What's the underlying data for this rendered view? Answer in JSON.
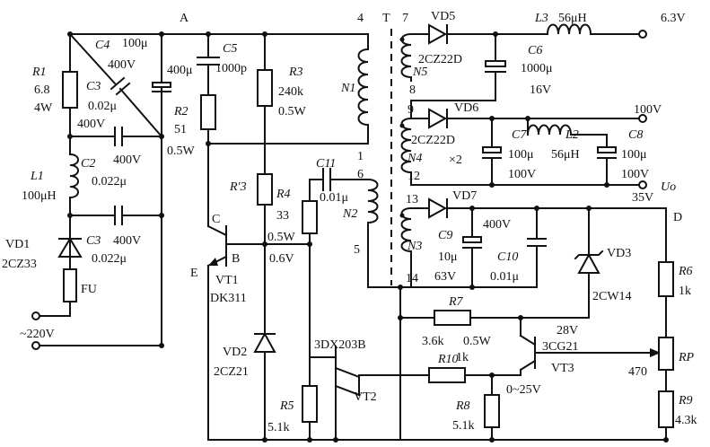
{
  "labels": {
    "R1": "R1",
    "R1_v1": "6.8",
    "R1_v2": "4W",
    "C4": "C4",
    "C4_v1": "100μ",
    "C4_v2": "400V",
    "C3a": "C3",
    "C3a_v": "0.02μ",
    "C5": "C5",
    "C5_v": "1000p",
    "C5b_v": "400μ",
    "R2": "R2",
    "R2_v1": "51",
    "R2_v2": "0.5W",
    "R3": "R3",
    "R3_v1": "240k",
    "R3_v2": "0.5W",
    "N1": "N1",
    "T": "T",
    "pin4": "4",
    "pin7": "7",
    "pin8": "8",
    "pin9": "9",
    "pin12": "12",
    "pin13": "13",
    "pin14": "14",
    "pin1": "1",
    "pin6": "6",
    "pin5": "5",
    "VD5": "VD5",
    "VD5_v": "2CZ22D",
    "L3": "L3",
    "L3_v": "56μH",
    "out1": "6.3V",
    "C6": "C6",
    "C6_v1": "1000μ",
    "C6_v2": "16V",
    "N5": "N5",
    "VD6": "VD6",
    "VD6_v": "2CZ22D",
    "x2": "×2",
    "out2": "100V",
    "C7": "C7",
    "C7_v1": "100μ",
    "C7_v2": "100V",
    "L2": "L2",
    "L2_v": "56μH",
    "C8": "C8",
    "C8_v1": "100μ",
    "C8_v2": "100V",
    "Uo": "Uo",
    "N4": "N4",
    "VD7": "VD7",
    "out3": "35V",
    "C9": "C9",
    "C9_v1": "10μ",
    "C9_v2": "63V",
    "C9_top": "400V",
    "C10": "C10",
    "C10_v": "0.01μ",
    "N3": "N3",
    "VD3": "VD3",
    "VD3_v": "2CW14",
    "D": "D",
    "R6": "R6",
    "R6_v": "1k",
    "Rp": "RP",
    "Rp_v": "470",
    "R9": "R9",
    "R9_v": "4.3k",
    "A": "A",
    "C2_v1": "400V",
    "L1": "L1",
    "L1_v": "100μH",
    "C2": "C2",
    "C2_v2": "400V",
    "C2_v3": "0.022μ",
    "C3b": "C3",
    "C3b_v1": "400V",
    "C3b_v2": "0.022μ",
    "VD1": "VD1",
    "VD1_v": "2CZ33",
    "FU": "FU",
    "ac": "~220V",
    "C_node": "C",
    "B_node": "B",
    "E_node": "E",
    "VT1": "VT1",
    "VT1_v": "DK311",
    "R3p": "R′3",
    "R4": "R4",
    "R4_v1": "33",
    "R4_v2": "0.5W",
    "v06": "0.6V",
    "C11": "C11",
    "C11_v": "0.01μ",
    "N2": "N2",
    "VD2": "VD2",
    "VD2_v": "2CZ21",
    "VT2_type": "3DX203B",
    "VT2": "VT2",
    "R5": "R5",
    "R5_v": "5.1k",
    "R7": "R7",
    "R7_v1": "3.6k",
    "R7_v2": "0.5W",
    "R10": "R10",
    "R10_v": "1k",
    "R8": "R8",
    "R8_v": "5.1k",
    "range": "0~25V",
    "VT3_type": "3CG21",
    "VT3": "VT3",
    "v28": "28V"
  }
}
